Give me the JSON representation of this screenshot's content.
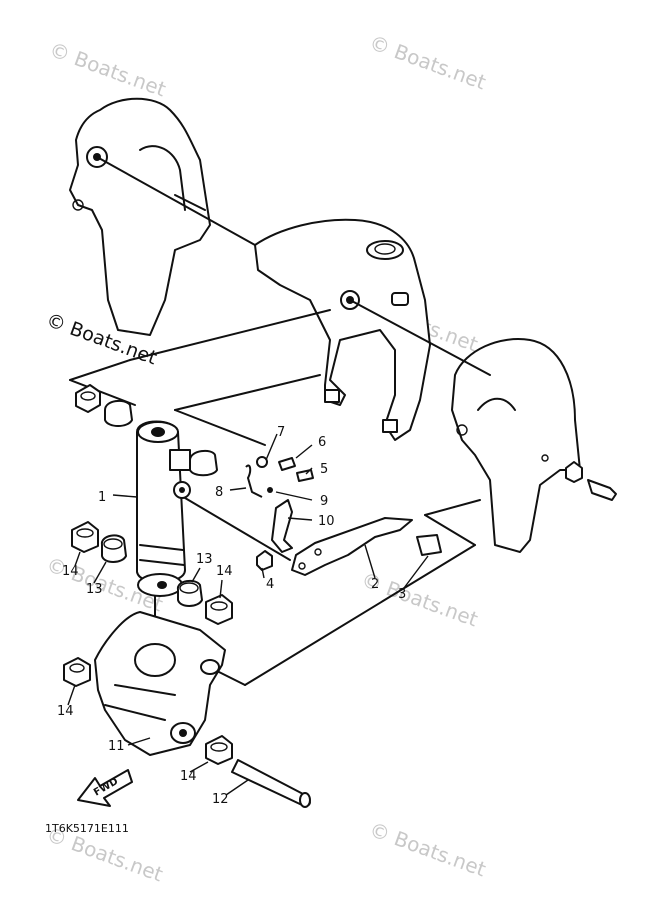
{
  "watermark": "© Boats.net",
  "diagram_code": "1T6K5171E111",
  "fwd_label": "FWD",
  "callouts": {
    "c1": "1",
    "c2": "2",
    "c3": "3",
    "c4": "4",
    "c5": "5",
    "c6": "6",
    "c7": "7",
    "c8": "8",
    "c9": "9",
    "c10": "10",
    "c11": "11",
    "c12": "12",
    "c13a": "13",
    "c13b": "13",
    "c14a": "14",
    "c14b": "14",
    "c14c": "14",
    "c14d": "14"
  }
}
